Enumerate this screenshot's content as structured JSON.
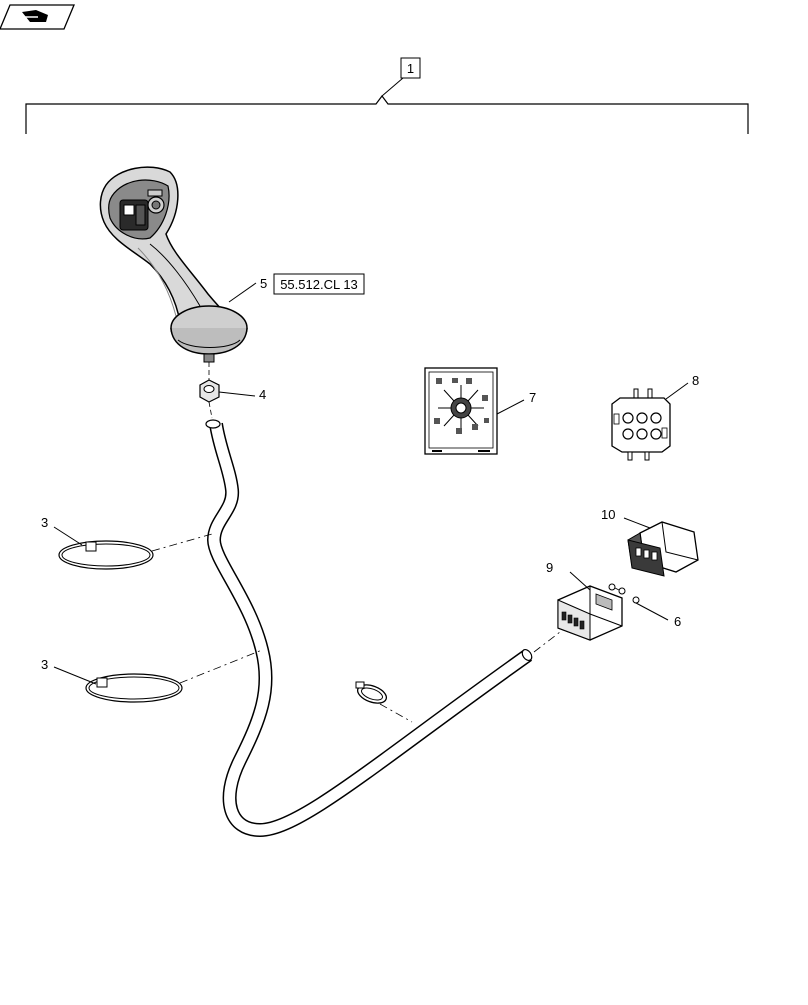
{
  "assembly": {
    "callout": "1"
  },
  "callouts": {
    "joystick": "5",
    "joystick_ref": "55.512.CL 13",
    "nut": "4",
    "tie_upper": "3",
    "tie_lower": "3",
    "decal": "7",
    "connector_8": "8",
    "connector_10": "10",
    "connector_9": "9",
    "pins": "6"
  },
  "icons": {
    "nav": "next-page-icon"
  }
}
